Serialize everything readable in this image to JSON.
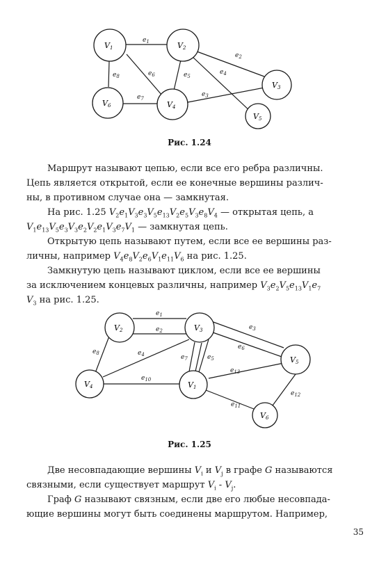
{
  "figures": [
    {
      "caption": "Рис. 1.24",
      "nodes": [
        {
          "id": "V1",
          "label": "V",
          "sub": "1"
        },
        {
          "id": "V2",
          "label": "V",
          "sub": "2"
        },
        {
          "id": "V3",
          "label": "V",
          "sub": "3"
        },
        {
          "id": "V4",
          "label": "V",
          "sub": "4"
        },
        {
          "id": "V5",
          "label": "V",
          "sub": "5"
        },
        {
          "id": "V6",
          "label": "V",
          "sub": "6"
        }
      ],
      "edges": [
        {
          "label": "e",
          "sub": "1"
        },
        {
          "label": "e",
          "sub": "2"
        },
        {
          "label": "e",
          "sub": "3"
        },
        {
          "label": "e",
          "sub": "4"
        },
        {
          "label": "e",
          "sub": "5"
        },
        {
          "label": "e",
          "sub": "6"
        },
        {
          "label": "e",
          "sub": "7"
        },
        {
          "label": "e",
          "sub": "8"
        }
      ]
    },
    {
      "caption": "Рис. 1.25",
      "nodes": [
        {
          "id": "V1",
          "label": "V",
          "sub": "1"
        },
        {
          "id": "V2",
          "label": "V",
          "sub": "2"
        },
        {
          "id": "V3",
          "label": "V",
          "sub": "3"
        },
        {
          "id": "V4",
          "label": "V",
          "sub": "4"
        },
        {
          "id": "V5",
          "label": "V",
          "sub": "5"
        },
        {
          "id": "V6",
          "label": "V",
          "sub": "6"
        }
      ],
      "edges": [
        {
          "label": "e",
          "sub": "1"
        },
        {
          "label": "e",
          "sub": "2"
        },
        {
          "label": "e",
          "sub": "3"
        },
        {
          "label": "e",
          "sub": "4"
        },
        {
          "label": "e",
          "sub": "5"
        },
        {
          "label": "e",
          "sub": "6"
        },
        {
          "label": "e",
          "sub": "7"
        },
        {
          "label": "e",
          "sub": "8"
        },
        {
          "label": "e",
          "sub": "10"
        },
        {
          "label": "e",
          "sub": "11"
        },
        {
          "label": "e",
          "sub": "12"
        },
        {
          "label": "e",
          "sub": "13"
        }
      ]
    }
  ],
  "paragraphs": {
    "p1": [
      "Маршрут называют цепью, если все его ребра различны.",
      "Цепь является открытой, если ее конечные вершины различ-",
      "ны, в противном случае она — замкнутая."
    ],
    "p2": {
      "lead": "На рис. 1.25 ",
      "chain1": [
        [
          "V",
          "2"
        ],
        [
          "e",
          "1"
        ],
        [
          "V",
          "3"
        ],
        [
          "e",
          "3"
        ],
        [
          "V",
          "5"
        ],
        [
          "e",
          "13"
        ],
        [
          "V",
          "2"
        ],
        [
          "e",
          "5"
        ],
        [
          "V",
          "3"
        ],
        [
          "e",
          "8"
        ],
        [
          "V",
          "4"
        ]
      ],
      "mid": " — открытая цепь, а",
      "chain2": [
        [
          "V",
          "1"
        ],
        [
          "e",
          "13"
        ],
        [
          "V",
          "5"
        ],
        [
          "e",
          "3"
        ],
        [
          "V",
          "3"
        ],
        [
          "e",
          "2"
        ],
        [
          "V",
          "2"
        ],
        [
          "e",
          "1"
        ],
        [
          "V",
          "3"
        ],
        [
          "e",
          "7"
        ],
        [
          "V",
          "1"
        ]
      ],
      "tail": " — замкнутая цепь."
    },
    "p3": {
      "line1": "Открытую цепь называют путем, если все ее вершины раз-",
      "line2_lead": "личны, например ",
      "chain": [
        [
          "V",
          "4"
        ],
        [
          "e",
          "8"
        ],
        [
          "V",
          "2"
        ],
        [
          "e",
          "6"
        ],
        [
          "V",
          "1"
        ],
        [
          "e",
          "11"
        ],
        [
          "V",
          "6"
        ]
      ],
      "line2_tail": " на рис. 1.25."
    },
    "p4": {
      "line1": "Замкнутую цепь называют циклом, если все ее вершины",
      "line2_lead": "за исключением концевых различны, например ",
      "chain": [
        [
          "V",
          "3"
        ],
        [
          "e",
          "2"
        ],
        [
          "V",
          "5"
        ],
        [
          "e",
          "13"
        ],
        [
          "V",
          "1"
        ],
        [
          "e",
          "7"
        ]
      ],
      "line3_chain": [
        [
          "V",
          "3"
        ]
      ],
      "line3_tail": " на рис. 1.25."
    },
    "p5": {
      "l1_a": "Две несовпадающие вершины ",
      "vi": [
        "V",
        "i"
      ],
      "l1_b": " и ",
      "vj": [
        "V",
        "j"
      ],
      "l1_c": " в графе ",
      "G": "G",
      "l1_d": " называются",
      "l2_a": "связными, если существует маршрут ",
      "l2_b": " - ",
      "l2_c": "."
    },
    "p6": {
      "l1_a": "Граф ",
      "G": "G",
      "l1_b": " называют связным, если две его любые несовпада-",
      "l2": "ющие вершины могут быть соединены маршрутом. Например,"
    }
  },
  "page_number": "35"
}
